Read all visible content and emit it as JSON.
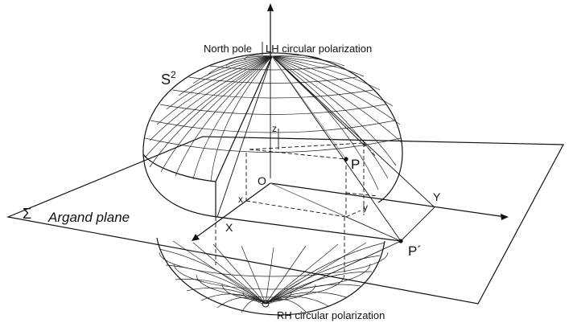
{
  "labels": {
    "north_pole": "North pole",
    "lh": "LH circular polarization",
    "rh": "RH circular polarization",
    "sphere": "S",
    "sphere_sup": "2",
    "sigma": "Σ",
    "plane": "Argand plane",
    "z": "z",
    "x_small": "x",
    "y_small": "y",
    "origin": "O",
    "X": "X",
    "Y": "Y",
    "P": "P",
    "P_prime": "P´"
  }
}
